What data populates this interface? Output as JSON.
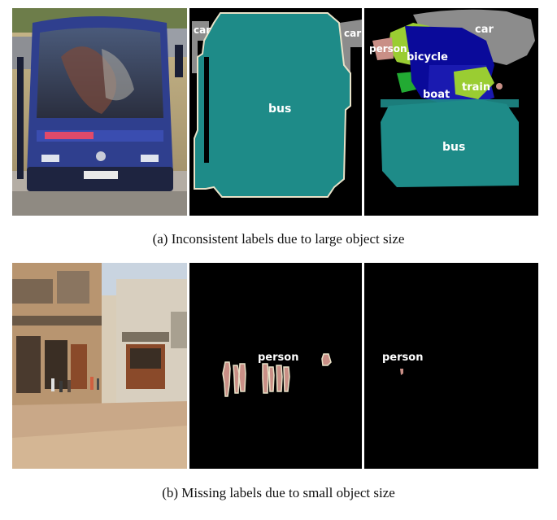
{
  "figure": {
    "row_a": {
      "caption": "(a)  Inconsistent labels due to large object size",
      "ground_truth_labels": {
        "car_left": "car",
        "car_right": "car",
        "bus": "bus"
      },
      "prediction_labels": {
        "car": "car",
        "person": "person",
        "bicycle": "bicycle",
        "train": "train",
        "boat": "boat",
        "bus": "bus"
      }
    },
    "row_b": {
      "caption": "(b)  Missing labels due to small object size",
      "ground_truth_labels": {
        "person": "person"
      },
      "prediction_labels": {
        "person": "person"
      }
    },
    "colors": {
      "bus": "#1e8b88",
      "car": "#8c8c8c",
      "person": "#c98f86",
      "bicycle": "#0a0a9a",
      "boat": "#1a1ab0",
      "train": "#9acd32",
      "extra_green": "#22aa33",
      "background": "#000000",
      "boundary": "#e8e2c8"
    }
  }
}
